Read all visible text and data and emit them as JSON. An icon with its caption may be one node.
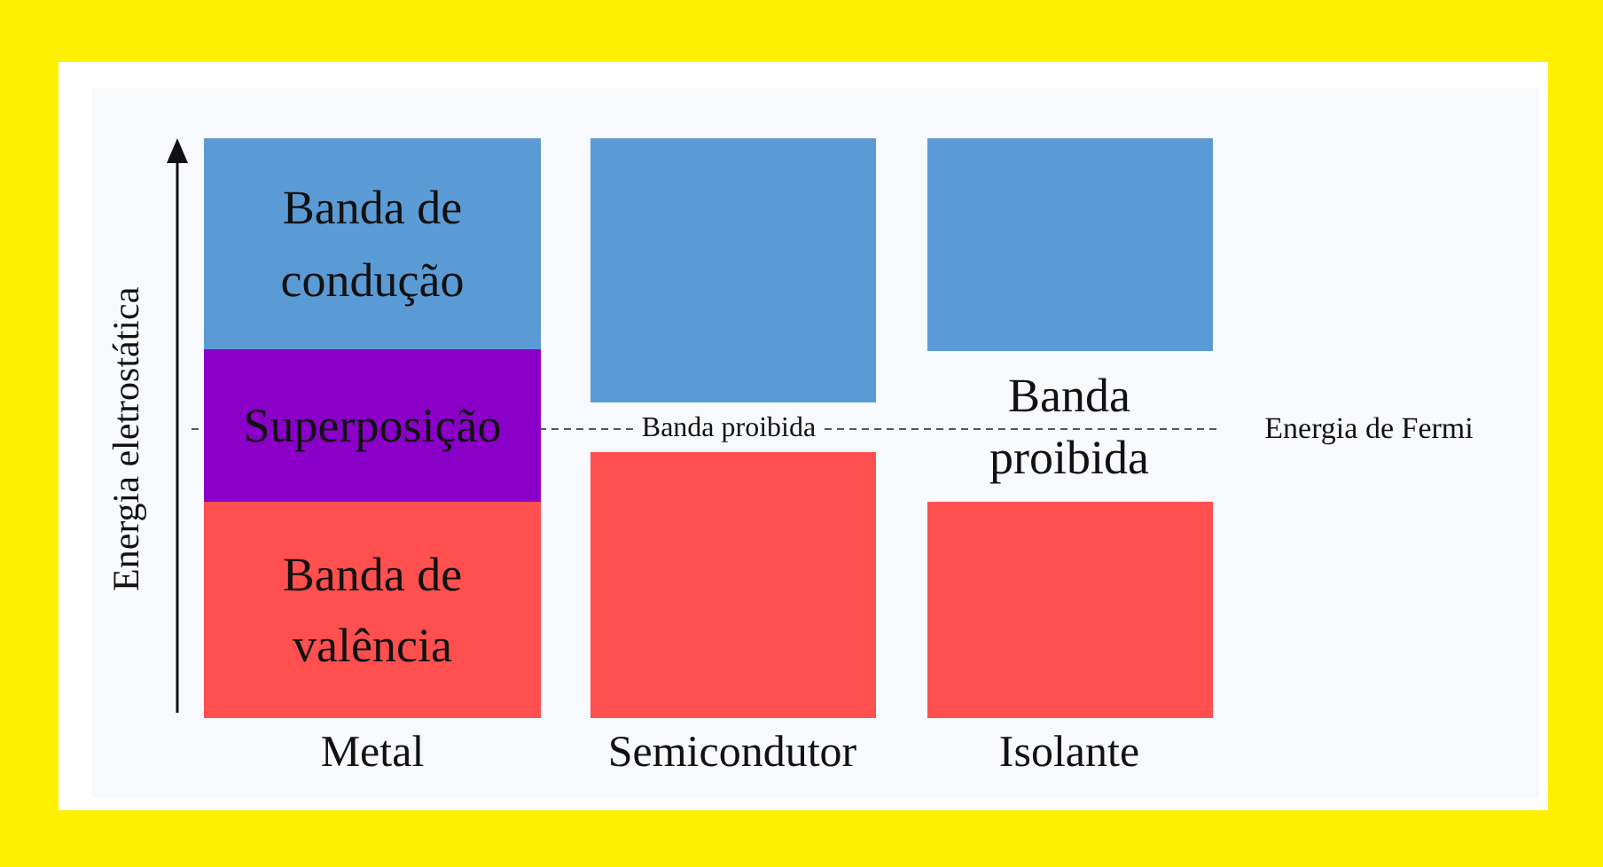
{
  "diagram": {
    "nodes": [
      {
        "text": [
          "Banda de condução"
        ]
      },
      {
        "text": [
          "Superposição"
        ]
      },
      {
        "text": [
          "Banda de valência"
        ]
      },
      {
        "text": [],
        "shape": "box"
      },
      {
        "text": [],
        "shape": "box"
      },
      {
        "text": [],
        "shape": "box"
      },
      {
        "text": [],
        "shape": "box"
      }
    ],
    "edges": [],
    "labels": [
      "Energia eletrostática",
      "Banda proibida",
      "Banda proibida",
      "Energia de Fermi",
      "Metal",
      "Semicondutor",
      "Isolante"
    ]
  }
}
